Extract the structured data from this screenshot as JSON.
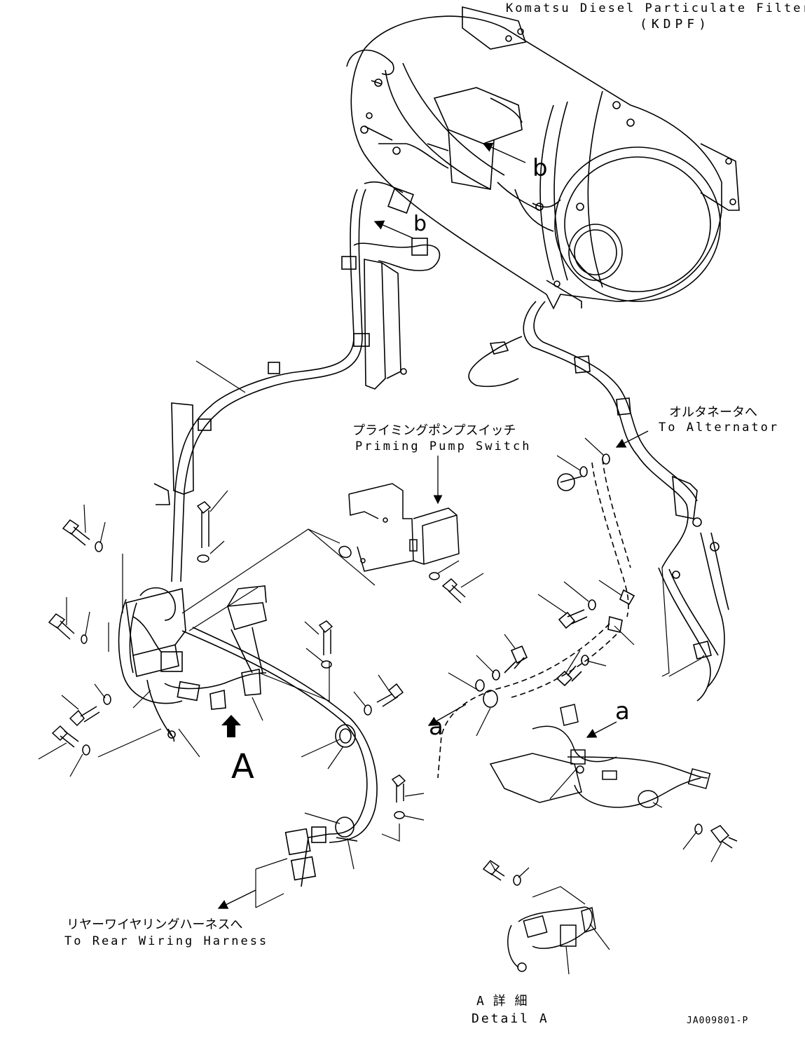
{
  "labels": {
    "kdpf_name": "Komatsu Diesel Particulate Filter",
    "kdpf_abbr": "(KDPF)",
    "priming_jp": "プライミングポンプスイッチ",
    "priming_en": "Priming Pump Switch",
    "alternator_jp": "オルタネータへ",
    "alternator_en": "To Alternator",
    "rear_jp": "リヤーワイヤリングハーネスへ",
    "rear_en": "To Rear Wiring Harness",
    "detail_jp": "A 詳 細",
    "detail_en": "Detail A",
    "drawing_no": "JA009801-P"
  },
  "view_markers": {
    "b_upper": "b",
    "b_lower": "b",
    "a_right": "a",
    "a_left": "a",
    "A_view": "A"
  },
  "colors": {
    "line": "#000000",
    "background": "#ffffff"
  }
}
